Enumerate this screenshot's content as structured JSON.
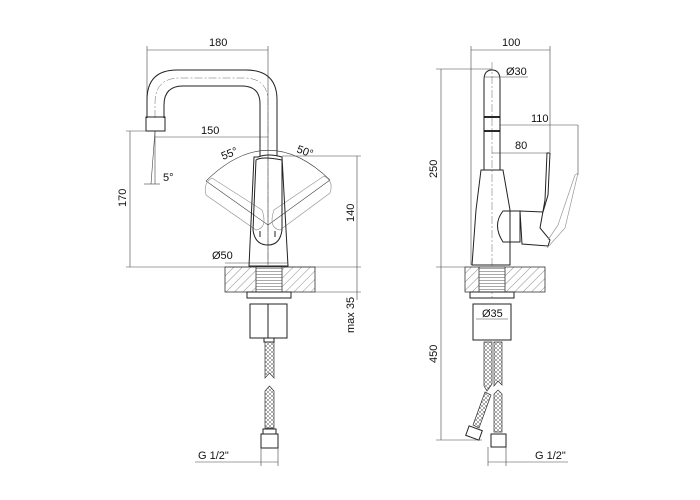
{
  "title": "Faucet technical drawing",
  "front_view": {
    "dim_width": "180",
    "dim_reach": "150",
    "dim_height": "170",
    "dim_body": "140",
    "dim_base_dia": "Ø50",
    "dim_max_thickness": "max 35",
    "angle_spout": "5°",
    "angle_left": "55°",
    "angle_right": "50°",
    "thread": "G 1/2\""
  },
  "side_view": {
    "dim_width": "100",
    "dim_height": "250",
    "dim_spout_dia": "Ø30",
    "dim_lever_max": "110",
    "dim_lever": "80",
    "dim_nut_dia": "Ø35",
    "dim_hose": "450",
    "thread": "G 1/2\""
  }
}
